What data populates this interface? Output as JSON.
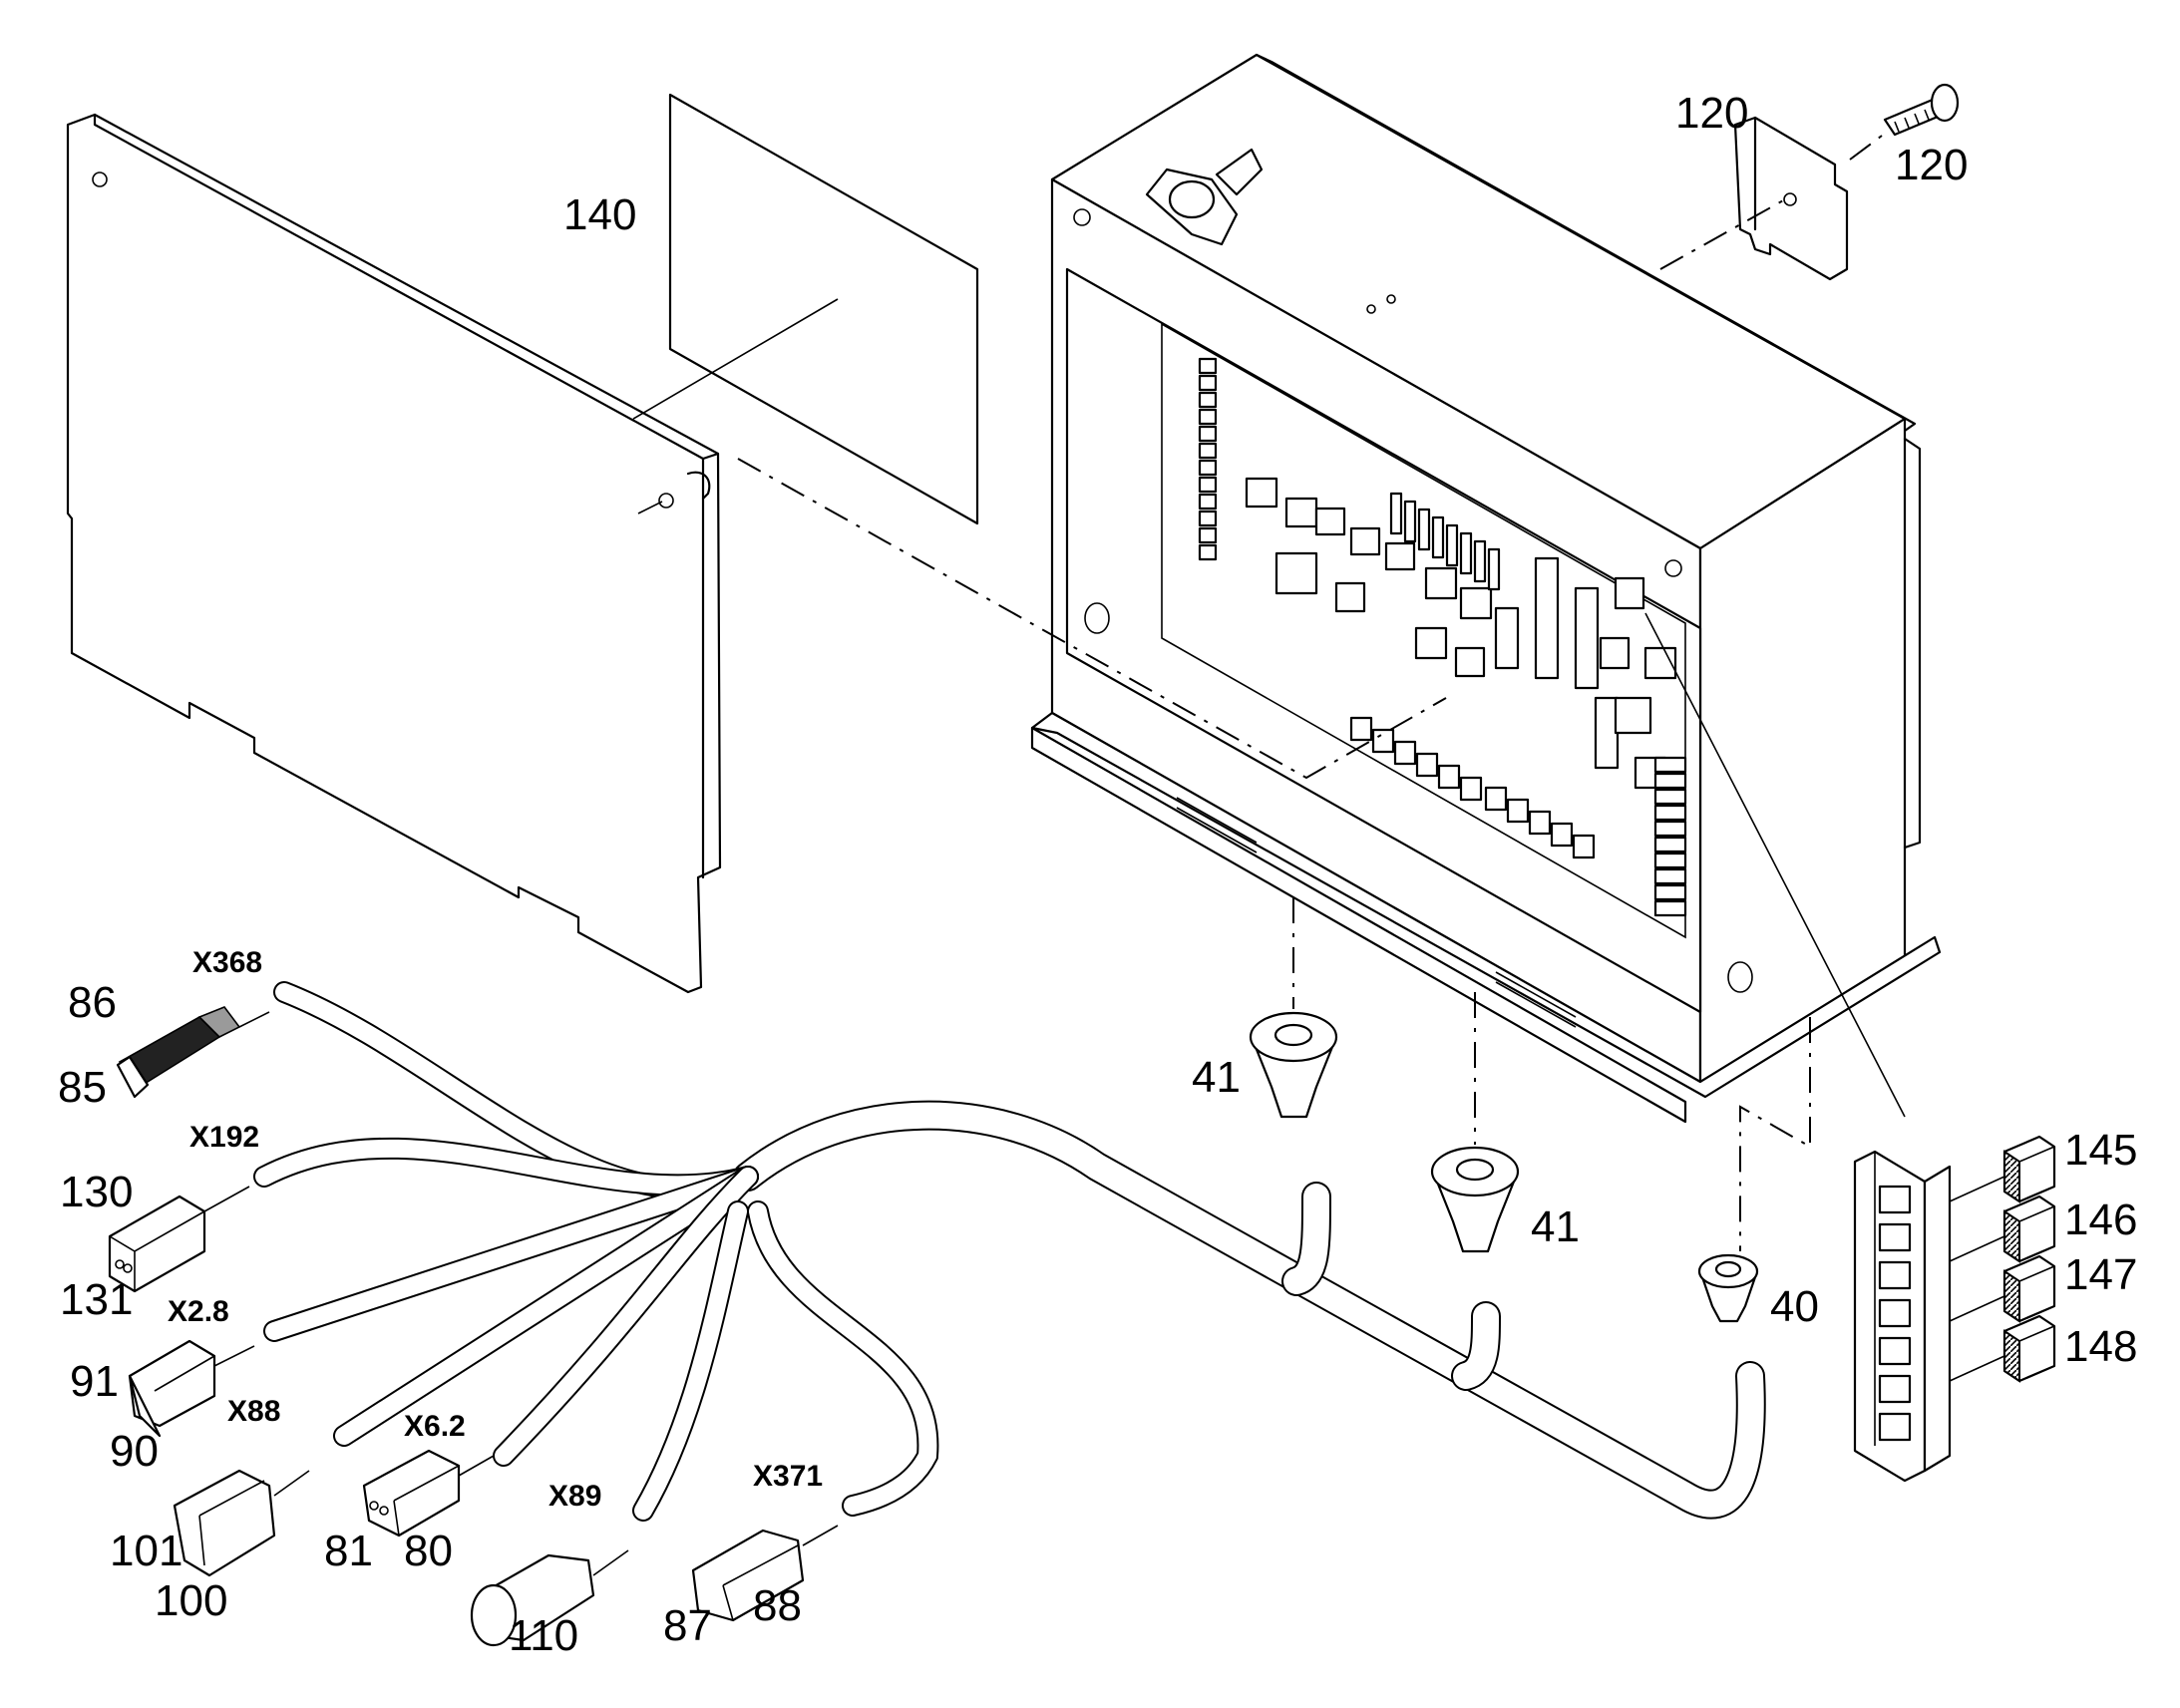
{
  "part_numbers": {
    "p140": "140",
    "p120a": "120",
    "p120b": "120",
    "p41a": "41",
    "p41b": "41",
    "p40": "40",
    "p145": "145",
    "p146": "146",
    "p147": "147",
    "p148": "148",
    "p86": "86",
    "p85": "85",
    "p130": "130",
    "p131": "131",
    "p91": "91",
    "p90": "90",
    "p101": "101",
    "p100": "100",
    "p81": "81",
    "p80": "80",
    "p110": "110",
    "p87": "87",
    "p88": "88"
  },
  "connector_tags": {
    "x368": "X368",
    "x192": "X192",
    "x2_8": "X2.8",
    "x88": "X88",
    "x6_2": "X6.2",
    "x89": "X89",
    "x371": "X371"
  }
}
